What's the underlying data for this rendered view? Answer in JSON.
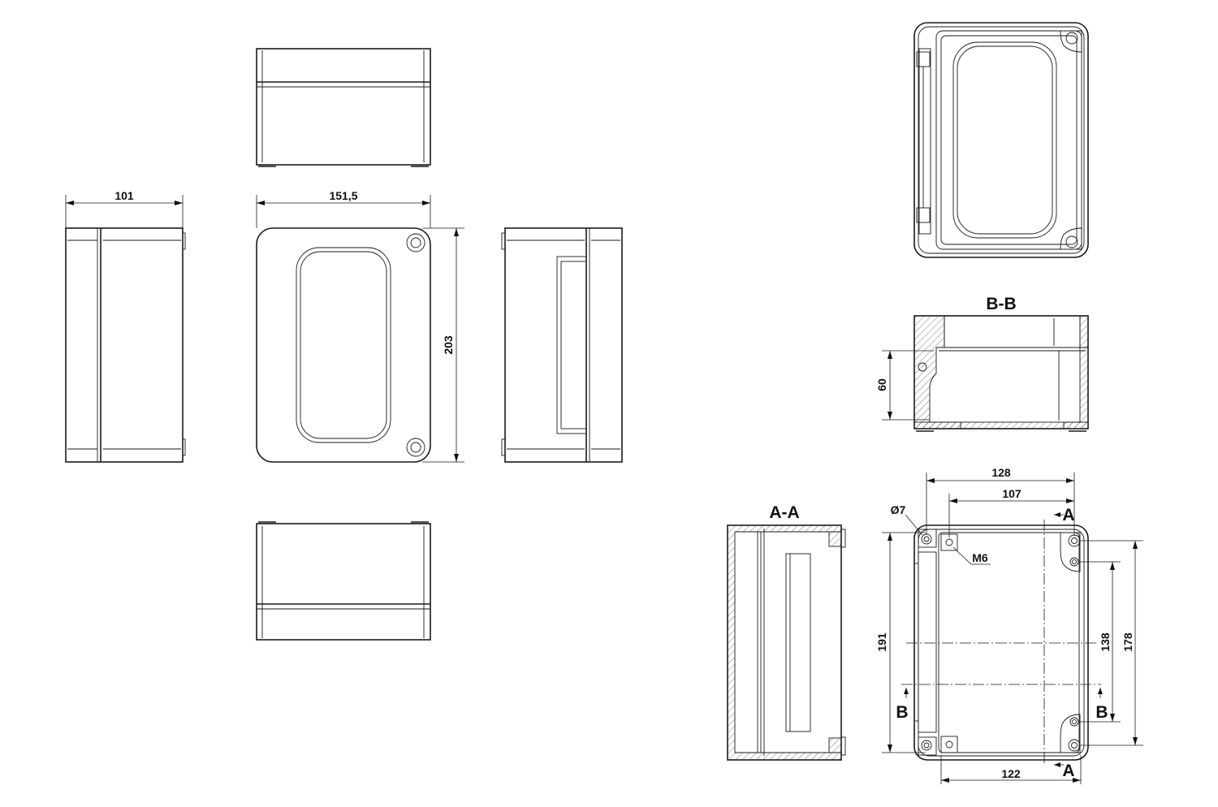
{
  "dimensions": {
    "width_101": "101",
    "width_151_5": "151,5",
    "height_203": "203",
    "depth_60": "60",
    "width_128": "128",
    "width_107": "107",
    "hole_dia": "Ø7",
    "thread": "M6",
    "height_191": "191",
    "height_138": "138",
    "height_178": "178",
    "width_122": "122"
  },
  "sections": {
    "aa_title": "A-A",
    "bb_title": "B-B",
    "marker_a": "A",
    "marker_b": "B"
  }
}
